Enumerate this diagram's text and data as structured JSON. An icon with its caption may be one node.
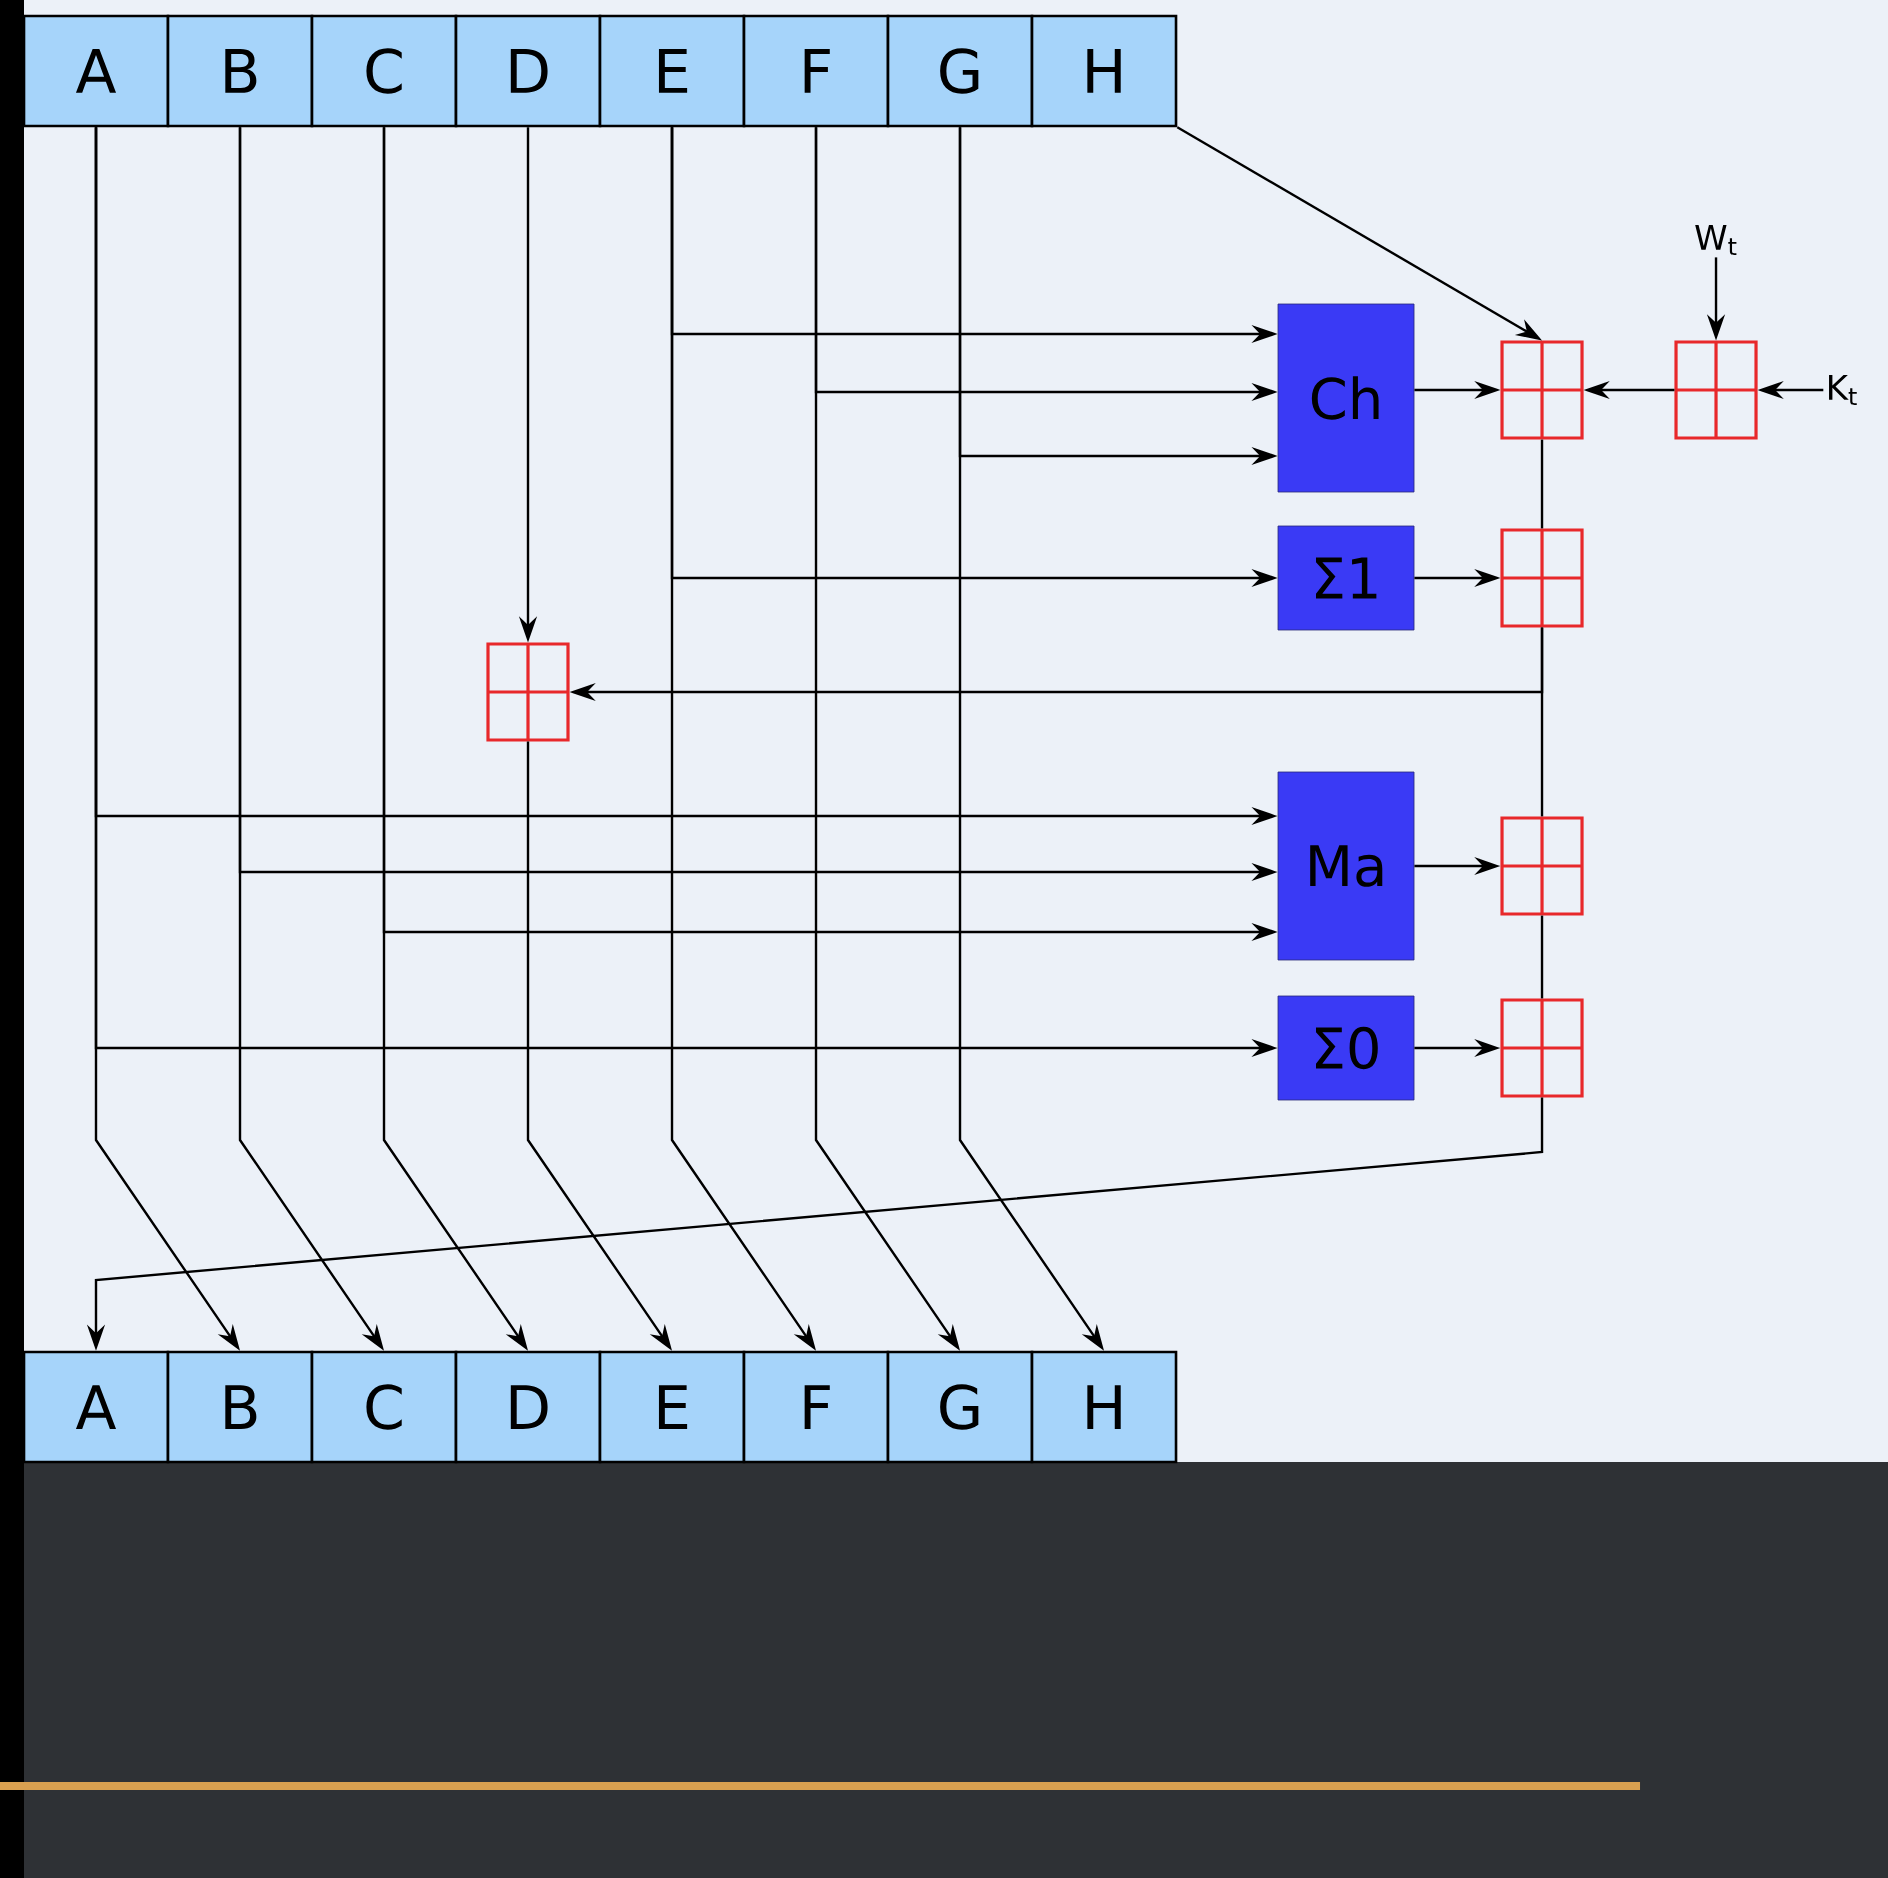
{
  "diagram": {
    "nodes": [
      {
        "text": [
          "A"
        ]
      },
      {
        "text": [
          "B"
        ]
      },
      {
        "text": [
          "C"
        ]
      },
      {
        "text": [
          "D"
        ]
      },
      {
        "text": [
          "E"
        ]
      },
      {
        "text": [
          "F"
        ]
      },
      {
        "text": [
          "G"
        ]
      },
      {
        "text": [
          "H"
        ]
      },
      {
        "text": [
          "Ch"
        ]
      },
      {
        "text": [
          "Σ1"
        ]
      },
      {
        "text": [
          "Ma"
        ]
      },
      {
        "text": [
          "Σ0"
        ]
      },
      {
        "text": [],
        "shape": "box"
      },
      {
        "text": [],
        "shape": "box"
      },
      {
        "text": [],
        "shape": "box"
      },
      {
        "text": [],
        "shape": "box"
      },
      {
        "text": [],
        "shape": "box"
      },
      {
        "text": [],
        "shape": "box"
      },
      {
        "text": [
          "A"
        ]
      },
      {
        "text": [
          "B"
        ]
      },
      {
        "text": [
          "C"
        ]
      },
      {
        "text": [
          "D"
        ]
      },
      {
        "text": [
          "E"
        ]
      },
      {
        "text": [
          "F"
        ]
      },
      {
        "text": [
          "G"
        ]
      },
      {
        "text": [
          "H"
        ]
      },
      {
        "text": [
          "W$_{t}$"
        ]
      },
      {
        "text": [
          "K$_{t}$"
        ]
      }
    ],
    "edges": [
      {
        "from": 7,
        "to": 12,
        "arrow": "to"
      },
      {
        "from": 4,
        "to": 8,
        "arrow": "to"
      },
      {
        "from": 5,
        "to": 8,
        "arrow": "to"
      },
      {
        "from": 6,
        "to": 8,
        "arrow": "to"
      },
      {
        "from": 8,
        "to": 12,
        "arrow": "to"
      },
      {
        "from": 13,
        "to": 12,
        "arrow": "to"
      },
      {
        "from": 26,
        "to": 13,
        "arrow": "to"
      },
      {
        "from": 27,
        "to": 13,
        "arrow": "to"
      },
      {
        "from": 4,
        "to": 9,
        "arrow": "to"
      },
      {
        "from": 9,
        "to": 14,
        "arrow": "to"
      },
      {
        "from": 12,
        "to": 14,
        "arrow": "none"
      },
      {
        "from": 14,
        "to": 15,
        "arrow": "to"
      },
      {
        "from": 14,
        "to": 16,
        "arrow": "none"
      },
      {
        "from": 0,
        "to": 10,
        "arrow": "to"
      },
      {
        "from": 1,
        "to": 10,
        "arrow": "to"
      },
      {
        "from": 2,
        "to": 10,
        "arrow": "to"
      },
      {
        "from": 10,
        "to": 16,
        "arrow": "to"
      },
      {
        "from": 0,
        "to": 11,
        "arrow": "to"
      },
      {
        "from": 11,
        "to": 17,
        "arrow": "to"
      },
      {
        "from": 16,
        "to": 17,
        "arrow": "none"
      },
      {
        "from": 17,
        "to": 18,
        "arrow": "to"
      },
      {
        "from": 0,
        "to": 19,
        "arrow": "to"
      },
      {
        "from": 1,
        "to": 20,
        "arrow": "to"
      },
      {
        "from": 2,
        "to": 21,
        "arrow": "to"
      },
      {
        "from": 3,
        "to": 15,
        "arrow": "to"
      },
      {
        "from": 15,
        "to": 22,
        "arrow": "to"
      },
      {
        "from": 4,
        "to": 23,
        "arrow": "to"
      },
      {
        "from": 5,
        "to": 24,
        "arrow": "to"
      },
      {
        "from": 6,
        "to": 25,
        "arrow": "to"
      }
    ]
  }
}
